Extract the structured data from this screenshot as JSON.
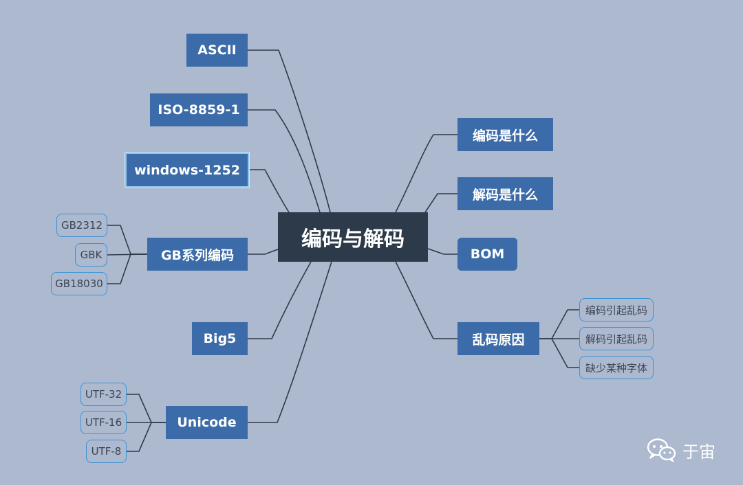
{
  "diagram": {
    "root": "编码与解码",
    "left_branches": [
      {
        "label": "ASCII"
      },
      {
        "label": "ISO-8859-1"
      },
      {
        "label": "windows-1252"
      },
      {
        "label": "GB系列编码",
        "children": [
          "GB2312",
          "GBK",
          "GB18030"
        ]
      },
      {
        "label": "Big5"
      },
      {
        "label": "Unicode",
        "children": [
          "UTF-32",
          "UTF-16",
          "UTF-8"
        ]
      }
    ],
    "right_branches": [
      {
        "label": "编码是什么"
      },
      {
        "label": "解码是什么"
      },
      {
        "label": "BOM"
      },
      {
        "label": "乱码原因",
        "children": [
          "编码引起乱码",
          "解码引起乱码",
          "缺少某种字体"
        ]
      }
    ]
  },
  "watermark": {
    "icon": "wechat-icon",
    "text": "于宙"
  },
  "colors": {
    "background": "#adb9cf",
    "root_fill": "#2d3a4a",
    "branch_fill": "#3b6ba8",
    "leaf_border": "#3a93d6",
    "connector": "#2f3a48"
  }
}
